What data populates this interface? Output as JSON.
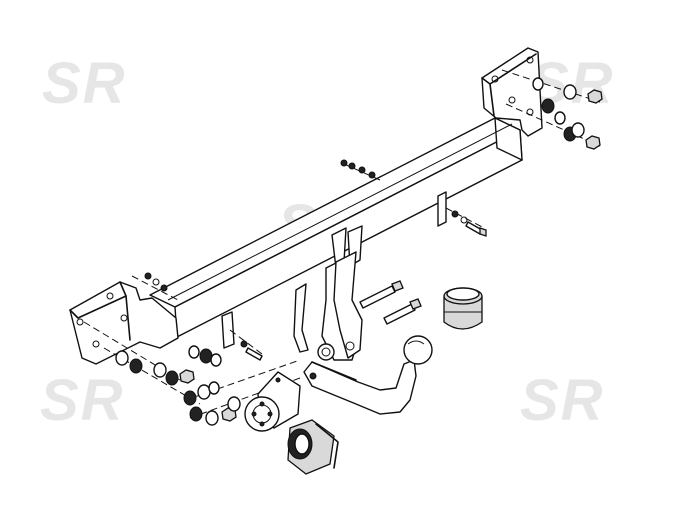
{
  "watermark": {
    "text": "SR",
    "color": "#e6e6e6"
  },
  "line_color": "#111111",
  "icons": [
    "tow-bar-frame",
    "tow-ball",
    "socket-plate",
    "electrical-socket",
    "ball-cover",
    "bolt",
    "nut",
    "washer"
  ]
}
